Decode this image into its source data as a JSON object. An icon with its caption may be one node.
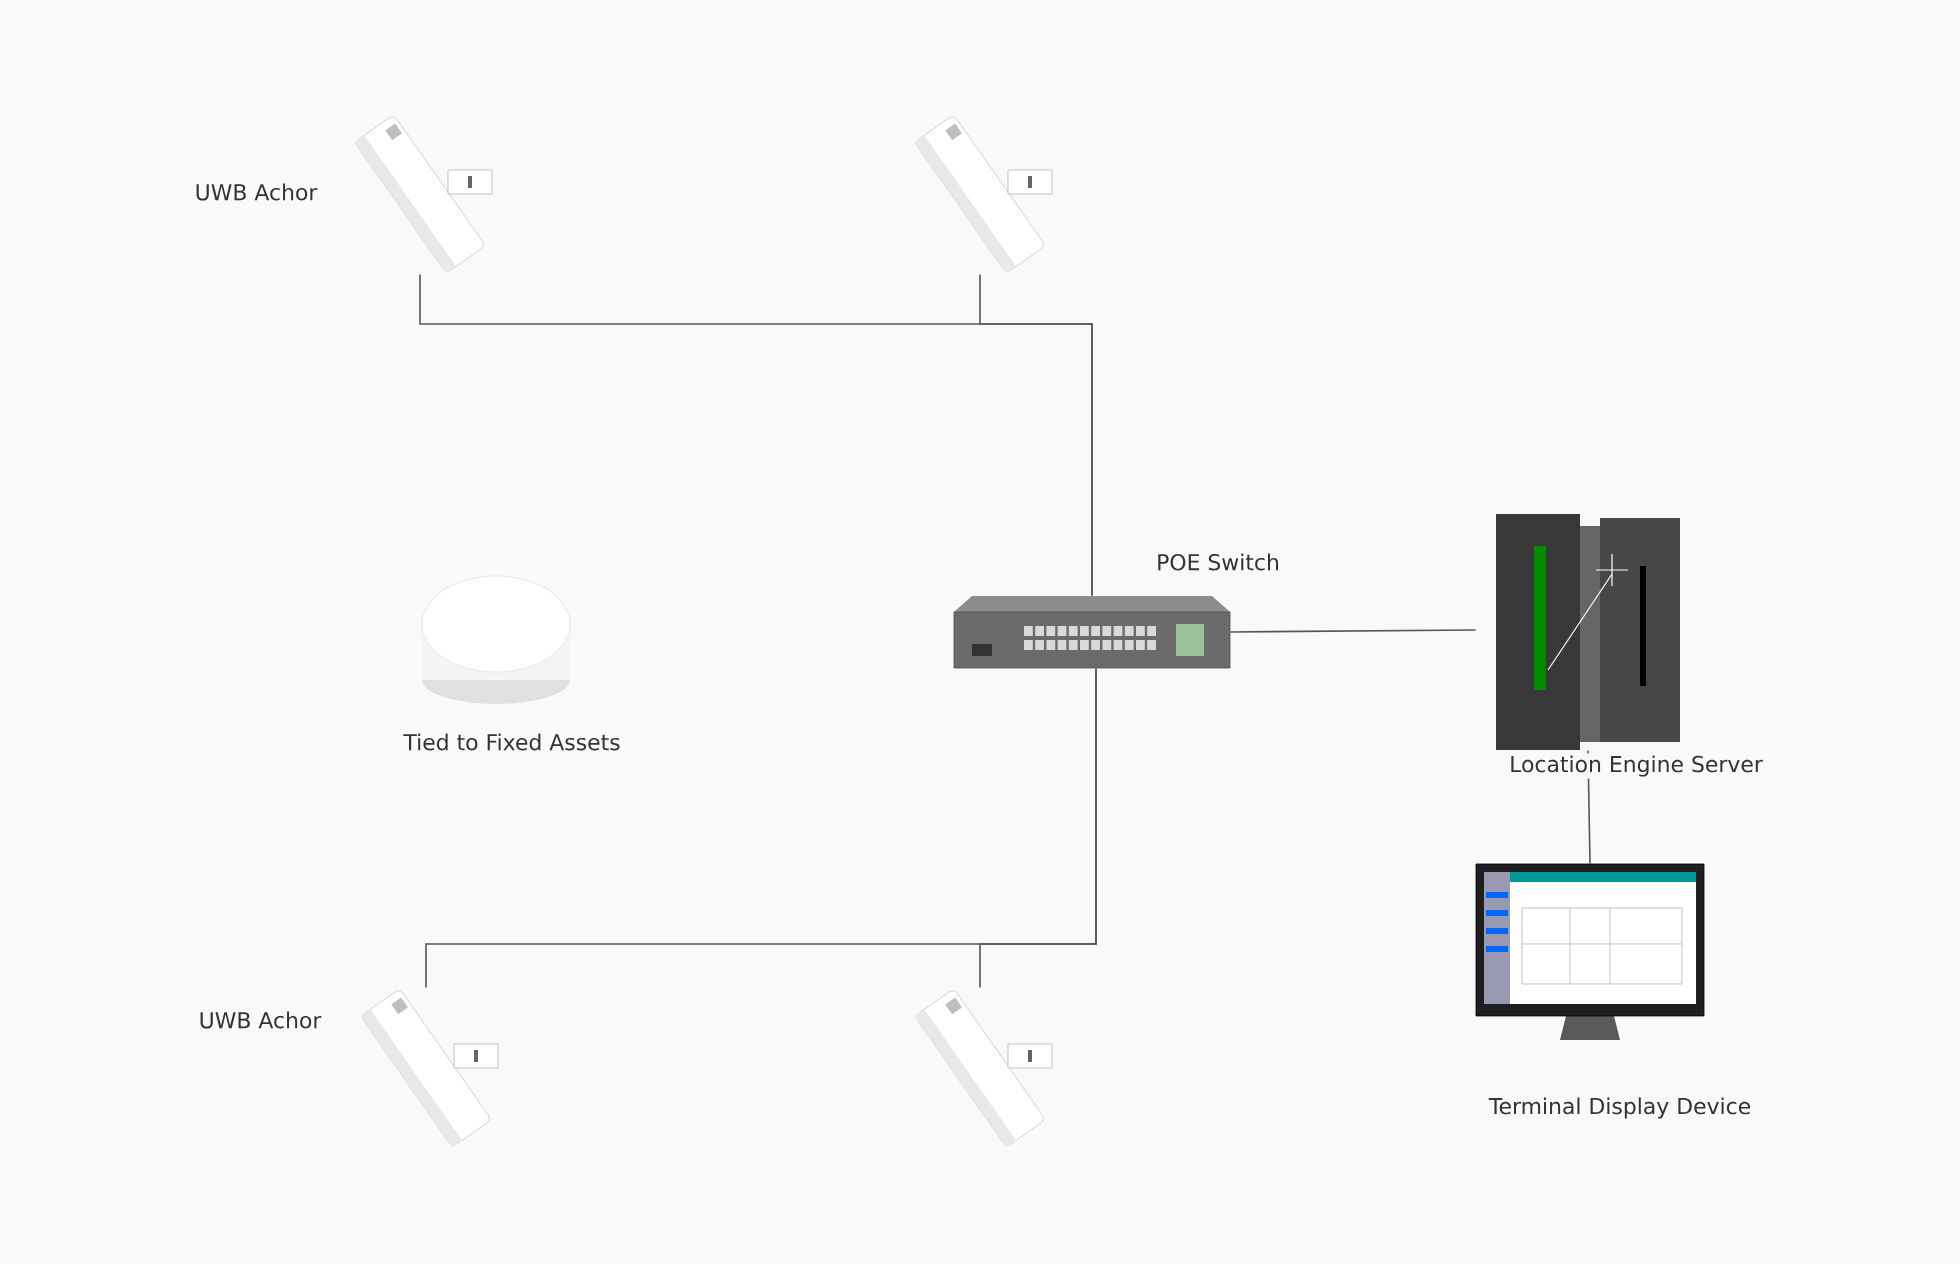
{
  "diagram": {
    "nodes": [
      {
        "text": [],
        "shape": "picture",
        "beside": [
          "UWB Achor"
        ]
      },
      {
        "text": [],
        "shape": "picture"
      },
      {
        "text": [],
        "shape": "picture",
        "beside": [
          "UWB Achor"
        ]
      },
      {
        "text": [],
        "shape": "picture"
      },
      {
        "text": [],
        "shape": "picture",
        "beside": [
          "POE Switch"
        ]
      },
      {
        "text": [],
        "shape": "picture",
        "beside": [
          "Location Engine Server"
        ]
      },
      {
        "text": [],
        "shape": "picture",
        "beside": [
          "Terminal Display Device"
        ]
      },
      {
        "text": [],
        "shape": "picture",
        "beside": [
          "Tied to Fixed Assets"
        ]
      }
    ],
    "edges": [
      {
        "from": 0,
        "to": 4,
        "arrow": "none"
      },
      {
        "from": 1,
        "to": 4,
        "arrow": "none"
      },
      {
        "from": 2,
        "to": 4,
        "arrow": "none"
      },
      {
        "from": 3,
        "to": 4,
        "arrow": "none"
      },
      {
        "from": 4,
        "to": 5,
        "arrow": "none"
      },
      {
        "from": 5,
        "to": 6,
        "arrow": "none"
      }
    ]
  }
}
